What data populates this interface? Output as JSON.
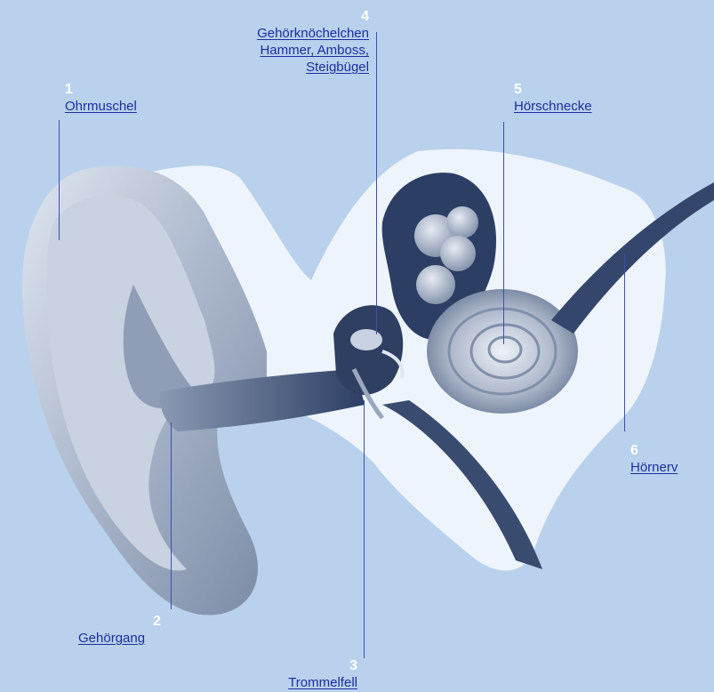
{
  "labels": [
    {
      "id": "1",
      "number": "1",
      "text": "Ohrmuschel"
    },
    {
      "id": "2",
      "number": "2",
      "text": "Gehörgang"
    },
    {
      "id": "3",
      "number": "3",
      "text": "Trommelfell"
    },
    {
      "id": "4",
      "number": "4",
      "lines": [
        "Gehörknöchelchen",
        "Hammer, Amboss,",
        "Steigbügel"
      ]
    },
    {
      "id": "5",
      "number": "5",
      "text": "Hörschnecke"
    },
    {
      "id": "6",
      "number": "6",
      "text": "Hörnerv"
    }
  ],
  "colors": {
    "background": "#b9d1ec",
    "tissue": "#eef4fb",
    "ear_light": "#aebbd0",
    "ear_dark": "#2c3e63",
    "link": "#1b2fa0",
    "number": "#ffffff"
  }
}
